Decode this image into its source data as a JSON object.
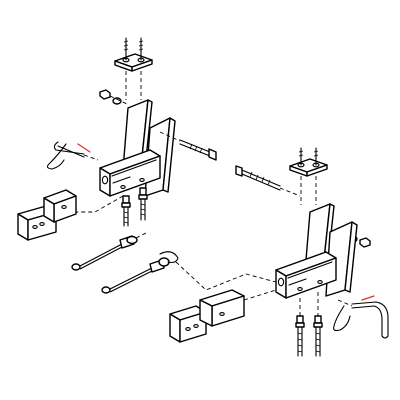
{
  "diagram": {
    "type": "exploded-assembly",
    "parts": [
      "left-bracket-assembly",
      "right-bracket-assembly",
      "top-plate-left",
      "top-plate-right",
      "long-bolt-left",
      "long-bolt-right",
      "short-bolt",
      "hitch-pin-left",
      "hitch-pin-right",
      "cable-left",
      "cable-right",
      "receiver-mount-left",
      "receiver-mount-right",
      "nut",
      "washer"
    ],
    "accent_color": "#e0322a",
    "line_color": "#000000"
  }
}
